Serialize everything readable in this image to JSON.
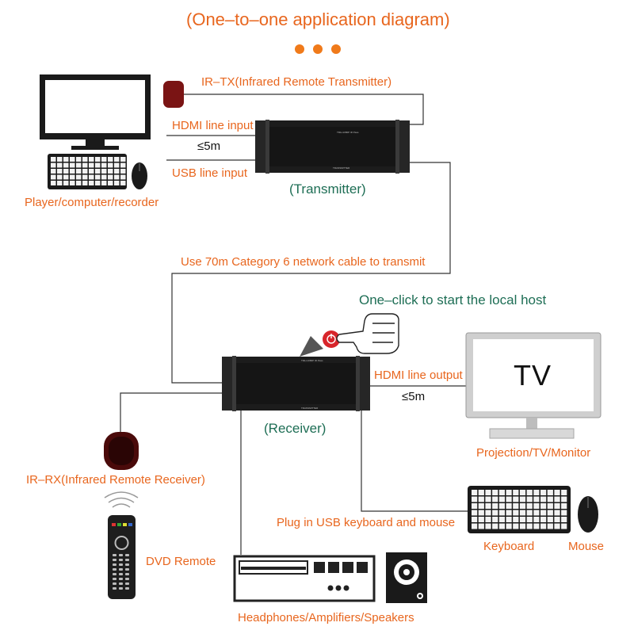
{
  "title": "(One–to–one application diagram)",
  "colors": {
    "accent": "#f07a1a",
    "label": "#e8661e",
    "highlight": "#1e6e55",
    "device_body": "#1c1c1c",
    "ir_sensor": "#7a1414"
  },
  "icons": [
    "monitor-icon",
    "keyboard-icon",
    "mouse-icon",
    "tv-icon",
    "remote-icon",
    "amplifier-icon",
    "speaker-icon",
    "hand-pointer-icon",
    "power-button-icon",
    "ir-sensor-icon"
  ],
  "labels": {
    "ir_tx": "IR–TX(Infrared Remote Transmitter)",
    "hdmi_in": "HDMI line input",
    "dist_in": "≤5m",
    "usb_in": "USB line input",
    "transmitter": "(Transmitter)",
    "player": "Player/computer/recorder",
    "cable": "Use 70m Category 6 network cable to transmit",
    "one_click": "One–click to start the local host",
    "hdmi_out": "HDMI line output",
    "dist_out": "≤5m",
    "tv": "TV",
    "receiver": "(Receiver)",
    "projection": "Projection/TV/Monitor",
    "ir_rx": "IR–RX(Infrared Remote Receiver)",
    "plug_usb": "Plug in USB keyboard and mouse",
    "keyboard": "Keyboard",
    "mouse": "Mouse",
    "dvd_remote": "DVD Remote",
    "audio": "Headphones/Amplifiers/Speakers"
  }
}
